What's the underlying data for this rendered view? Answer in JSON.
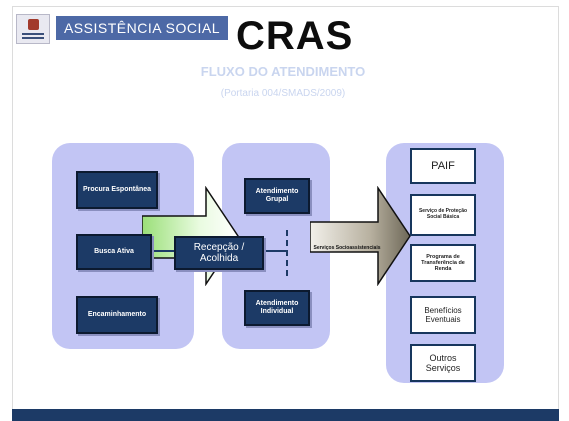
{
  "header": {
    "banner_text": "ASSISTÊNCIA SOCIAL",
    "title": "CRAS"
  },
  "subtitle": {
    "line1": "FLUXO DO ATENDIMENTO",
    "line2": "(Portaria 004/SMADS/2009)"
  },
  "entry_group": {
    "items": [
      "Procura Espontânea",
      "Busca Ativa",
      "Encaminhamento"
    ]
  },
  "reception": {
    "label": "Recepção / Acolhida"
  },
  "attendance_group": {
    "items": [
      "Atendimento Grupal",
      "Atendimento Individual"
    ]
  },
  "referral_arrow": {
    "label": "Serviços Socioassistenciais"
  },
  "services_group": {
    "items": [
      "PAIF",
      "Serviço de Proteção Social Básica",
      "Programa de Transferência de Renda",
      "Benefícios Eventuais",
      "Outros Serviços"
    ]
  },
  "colors": {
    "group_fill": "#c2c5f4",
    "box_fill": "#1c3a66",
    "banner_fill": "#4d69a6",
    "reception_arrow_fill": "#d4f6c0",
    "referral_arrow_fill": "#c9c3b3",
    "subtitle_text": "#c9d5ef"
  }
}
